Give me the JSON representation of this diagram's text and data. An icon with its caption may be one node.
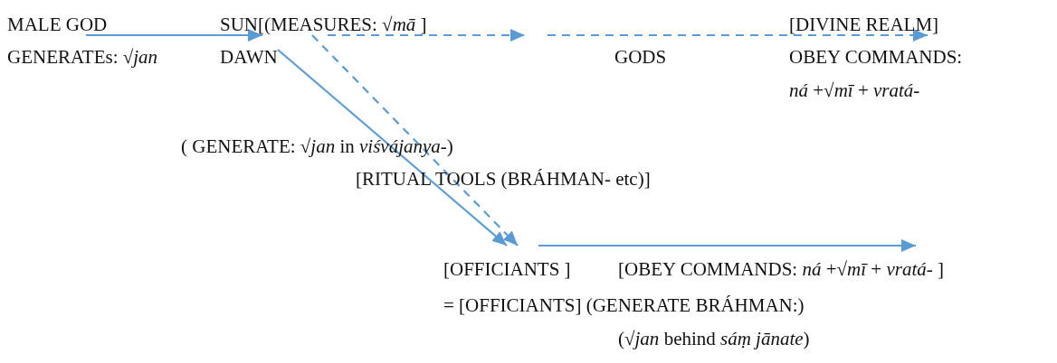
{
  "diagram": {
    "nodes": [
      {
        "text": [
          "MALE GOD"
        ]
      },
      {
        "text": [
          "SUN[(MEASURES: √*mā* ]"
        ]
      },
      {
        "text": [
          "DAWN"
        ]
      },
      {
        "text": [
          "[DIVINE REALM]"
        ]
      },
      {
        "text": [
          "[OFFICIANTS ]"
        ]
      },
      {
        "text": [
          "[OBEY COMMANDS: *ná* +√*mī* + *vratá*- ]"
        ]
      }
    ],
    "edges": [
      {
        "from": 0,
        "to": 1,
        "arrow": "to"
      },
      {
        "from": 1,
        "to": null,
        "arrow": "to",
        "style": "dashed"
      },
      {
        "from": null,
        "to": 3,
        "arrow": "to",
        "style": "dashed"
      },
      {
        "from": 2,
        "to": 4,
        "arrow": "to"
      },
      {
        "from": 1,
        "to": 4,
        "arrow": "to",
        "style": "dashed"
      },
      {
        "from": 4,
        "to": 5,
        "arrow": "to"
      }
    ],
    "labels": [
      "GENERATEs: √*jan*",
      "GODS",
      "OBEY COMMANDS:",
      "*ná* +√*mī* + *vratá*-",
      "( GENERATE: √*jan* in *viśvájanya*-)",
      "[RITUAL TOOLS  (BRÁHMAN- etc)]",
      "= [OFFICIANTS] (GENERATE BRÁHMAN:)",
      "(√*jan* behind *sáṃ jānate*)"
    ]
  }
}
